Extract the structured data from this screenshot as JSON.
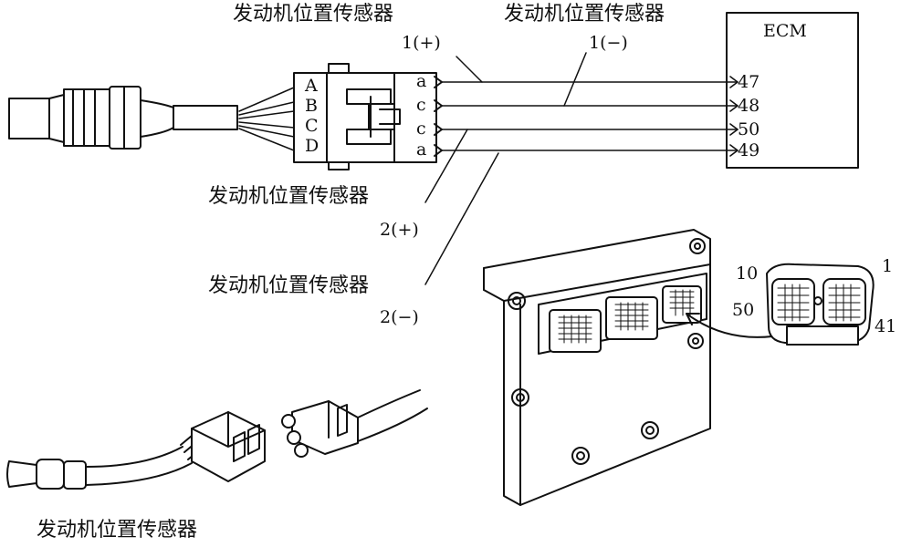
{
  "labels": {
    "sensor_1_plus_name": "发动机位置传感器",
    "sensor_1_plus_pin": "1(+)",
    "sensor_1_minus_name": "发动机位置传感器",
    "sensor_1_minus_pin": "1(−)",
    "sensor_2_plus_name": "发动机位置传感器",
    "sensor_2_plus_pin": "2(+)",
    "sensor_2_minus_name": "发动机位置传感器",
    "sensor_2_minus_pin": "2(−)",
    "bottom_caption": "发动机位置传感器"
  },
  "ecm": {
    "title": "ECM",
    "pins": [
      "47",
      "48",
      "50",
      "49"
    ]
  },
  "connector": {
    "pins_left": [
      "A",
      "B",
      "C",
      "D"
    ],
    "pins_right": [
      "a",
      "c",
      "c",
      "a"
    ]
  },
  "ecm_connector": {
    "pin_10": "10",
    "pin_1": "1",
    "pin_50": "50",
    "pin_41": "41"
  }
}
